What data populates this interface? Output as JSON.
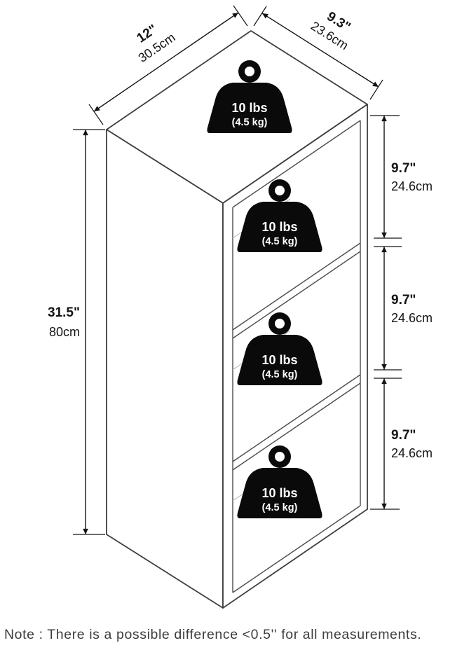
{
  "figure": {
    "note": "Note : There is a possible difference <0.5'' for all measurements."
  },
  "dimensions": {
    "width": {
      "inches": "12\"",
      "cm": "30.5cm"
    },
    "depth": {
      "inches": "9.3\"",
      "cm": "23.6cm"
    },
    "height": {
      "inches": "31.5\"",
      "cm": "80cm"
    },
    "sections": [
      {
        "inches": "9.7\"",
        "cm": "24.6cm"
      },
      {
        "inches": "9.7\"",
        "cm": "24.6cm"
      },
      {
        "inches": "9.7\"",
        "cm": "24.6cm"
      }
    ]
  },
  "capacity_badges": [
    {
      "location": "top-surface",
      "lbs": "10 lbs",
      "kg": "(4.5 kg)"
    },
    {
      "location": "upper-shelf",
      "lbs": "10 lbs",
      "kg": "(4.5 kg)"
    },
    {
      "location": "middle-shelf",
      "lbs": "10 lbs",
      "kg": "(4.5 kg)"
    },
    {
      "location": "bottom-shelf",
      "lbs": "10 lbs",
      "kg": "(4.5 kg)"
    }
  ],
  "colors": {
    "line": "#3f3f3f",
    "dimension": "#141414",
    "badge_fill": "#0a0a0a",
    "badge_text": "#ffffff",
    "note_text": "#3d3d3d",
    "background": "#ffffff"
  }
}
